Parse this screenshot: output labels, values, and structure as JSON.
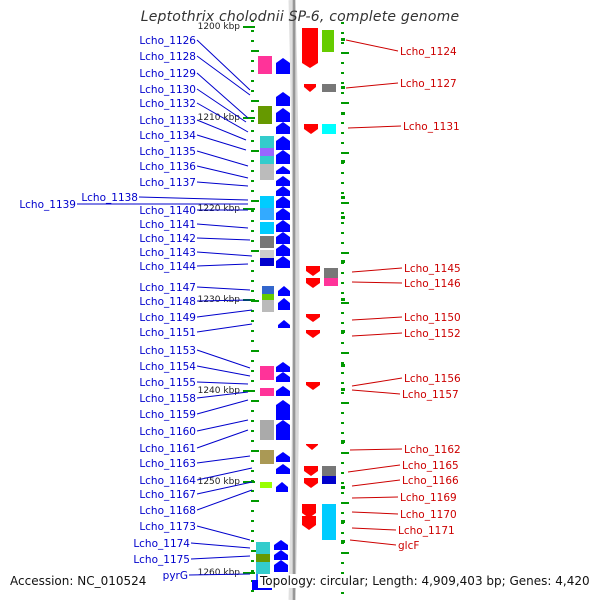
{
  "title": "Leptothrix cholodnii SP-6, complete genome",
  "footer": {
    "accession": "Accession: NC_010524",
    "topology": "Topology: circular; Length: 4,909,403 bp; Genes: 4,420"
  },
  "colors": {
    "left_labels": "#0000cc",
    "right_labels": "#cc0000",
    "forward_arrows": "#0000ff",
    "reverse_arrows": "#ff0000",
    "ticks": "#009900"
  },
  "scale_labels": [
    "1200 kbp",
    "1210 kbp",
    "1220 kbp",
    "1230 kbp",
    "1240 kbp",
    "1250 kbp",
    "1260 kbp"
  ],
  "left_genes": [
    "Lcho_1126",
    "Lcho_1128",
    "Lcho_1129",
    "Lcho_1130",
    "Lcho_1132",
    "Lcho_1133",
    "Lcho_1134",
    "Lcho_1135",
    "Lcho_1136",
    "Lcho_1137",
    "Lcho_1138",
    "Lcho_1139",
    "Lcho_1140",
    "Lcho_1141",
    "Lcho_1142",
    "Lcho_1143",
    "Lcho_1144",
    "Lcho_1147",
    "Lcho_1148",
    "Lcho_1149",
    "Lcho_1151",
    "Lcho_1153",
    "Lcho_1154",
    "Lcho_1155",
    "Lcho_1158",
    "Lcho_1159",
    "Lcho_1160",
    "Lcho_1161",
    "Lcho_1163",
    "Lcho_1164",
    "Lcho_1167",
    "Lcho_1168",
    "Lcho_1173",
    "Lcho_1174",
    "Lcho_1175",
    "pyrG"
  ],
  "right_genes": [
    "Lcho_1124",
    "Lcho_1127",
    "Lcho_1131",
    "Lcho_1145",
    "Lcho_1146",
    "Lcho_1150",
    "Lcho_1152",
    "Lcho_1156",
    "Lcho_1157",
    "Lcho_1162",
    "Lcho_1165",
    "Lcho_1166",
    "Lcho_1169",
    "Lcho_1170",
    "Lcho_1171",
    "glcF"
  ]
}
